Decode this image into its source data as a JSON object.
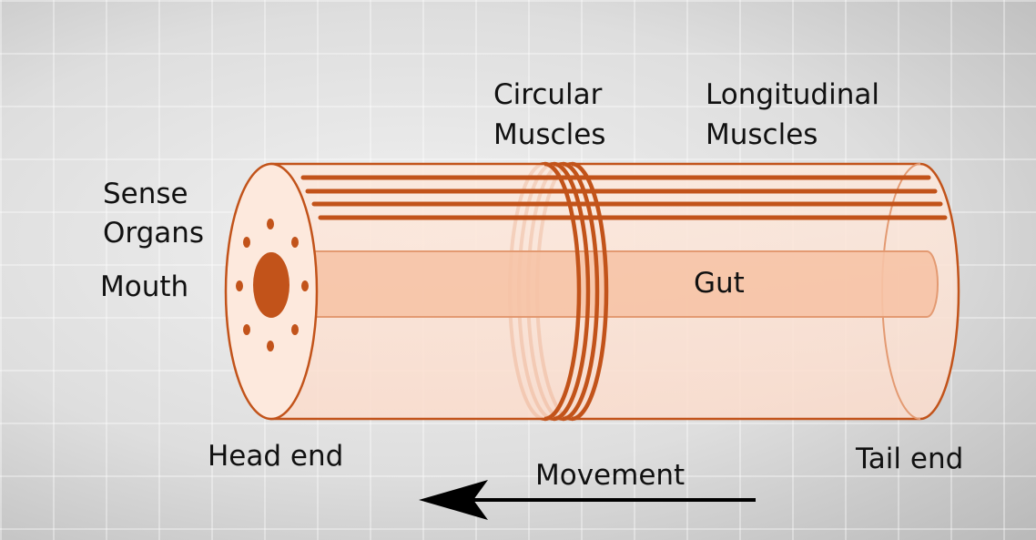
{
  "labels": {
    "circular_line1": "Circular",
    "circular_line2": "Muscles",
    "longitudinal_line1": "Longitudinal",
    "longitudinal_line2": "Muscles",
    "sense_line1": "Sense",
    "sense_line2": "Organs",
    "mouth": "Mouth",
    "gut": "Gut",
    "head_end": "Head end",
    "tail_end": "Tail end",
    "movement": "Movement"
  },
  "colors": {
    "outline": "#c2531a",
    "body_fill": "#fbe3d6",
    "gut_fill": "#f6c3a6",
    "mouth_fill": "#c2531a",
    "text": "#111111",
    "arrow": "#000000"
  }
}
